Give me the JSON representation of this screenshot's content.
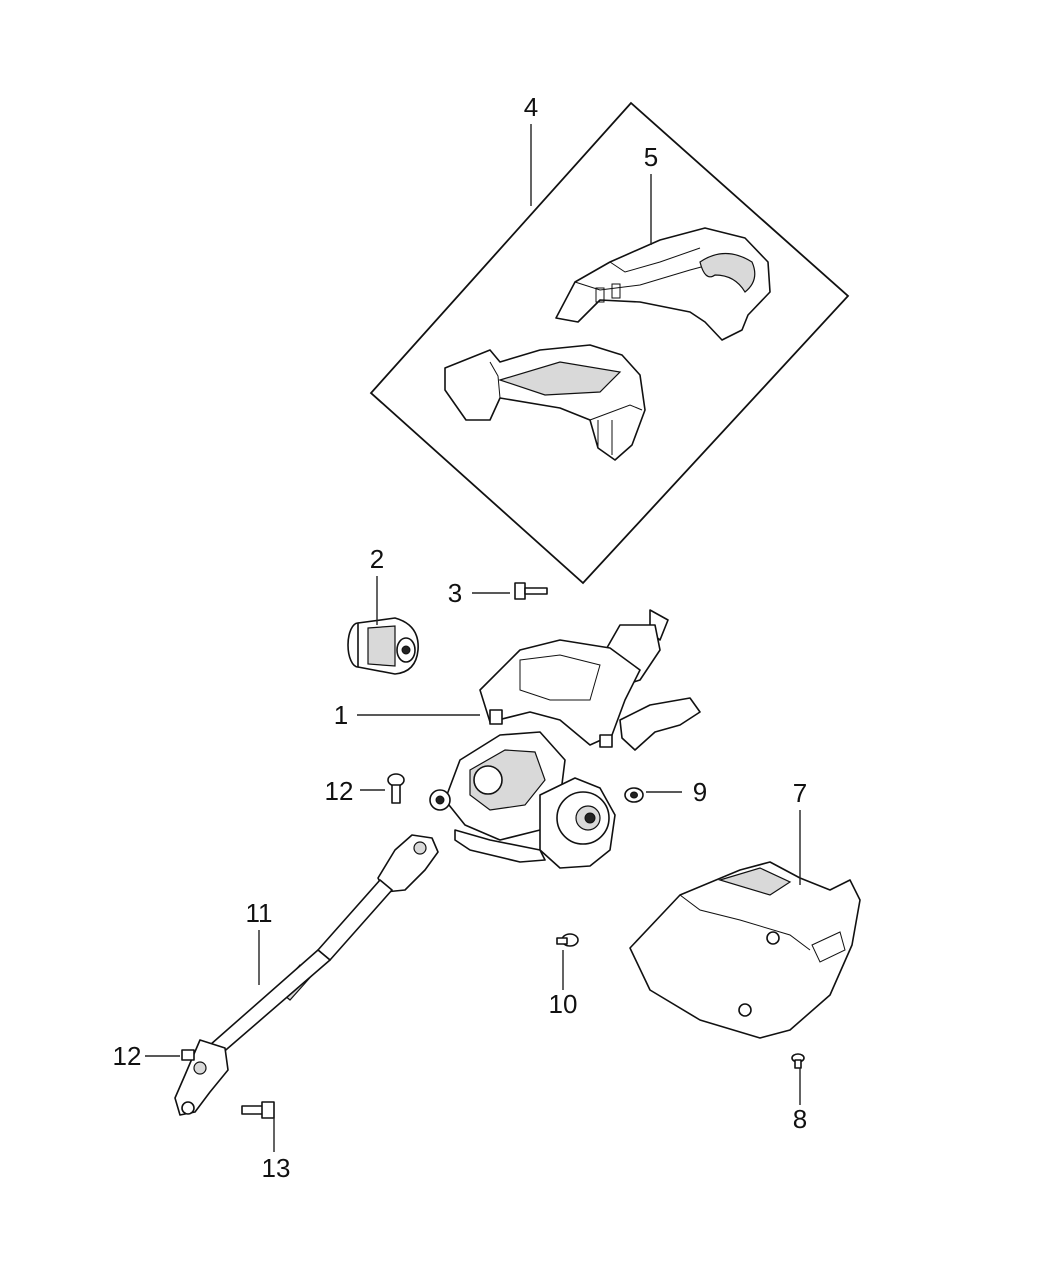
{
  "callouts": {
    "c1": "1",
    "c2": "2",
    "c3": "3",
    "c4": "4",
    "c5": "5",
    "c7": "7",
    "c8": "8",
    "c9": "9",
    "c10": "10",
    "c11": "11",
    "c12a": "12",
    "c12b": "12",
    "c13": "13"
  }
}
